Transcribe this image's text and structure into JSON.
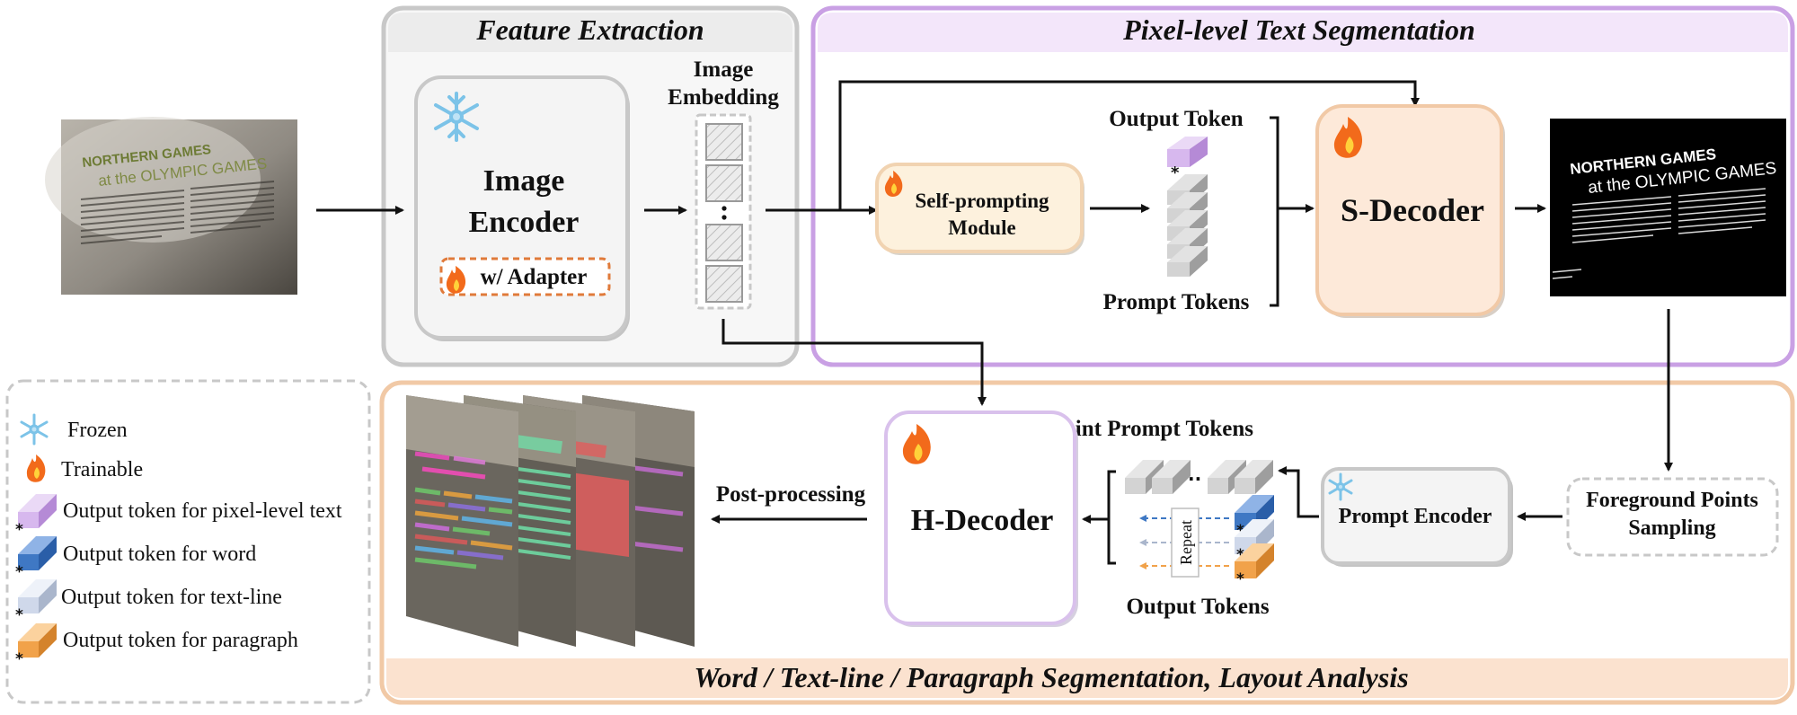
{
  "sections": {
    "feature_extraction": "Feature Extraction",
    "pixel_segmentation": "Pixel-level Text Segmentation",
    "hierarchical": "Word / Text-line / Paragraph Segmentation, Layout Analysis"
  },
  "input_image": {
    "title_line1": "NORTHERN GAMES",
    "title_line2": "at the OLYMPIC GAMES"
  },
  "encoder": {
    "label_line1": "Image",
    "label_line2": "Encoder",
    "adapter": "w/ Adapter"
  },
  "embedding": {
    "label_line1": "Image",
    "label_line2": "Embedding"
  },
  "self_prompting": {
    "line1": "Self-prompting",
    "line2": "Module"
  },
  "tokens": {
    "output_token": "Output Token",
    "prompt_tokens": "Prompt Tokens",
    "point_prompt_tokens": "Point Prompt Tokens",
    "output_tokens": "Output Tokens",
    "repeat": "Repeat"
  },
  "s_decoder": "S-Decoder",
  "h_decoder": "H-Decoder",
  "prompt_encoder": "Prompt Encoder",
  "foreground": {
    "line1": "Foreground Points",
    "line2": "Sampling"
  },
  "post_processing": "Post-processing",
  "output_image": {
    "title_line1": "NORTHERN GAMES",
    "title_line2": "at the OLYMPIC GAMES"
  },
  "legend": [
    {
      "icon": "snowflake-icon",
      "label": "Frozen"
    },
    {
      "icon": "flame-icon",
      "label": "Trainable"
    },
    {
      "icon": "token-pixel-icon",
      "label": "Output token for pixel-level text",
      "color": "#d7b8ee"
    },
    {
      "icon": "token-word-icon",
      "label": "Output token for word",
      "color": "#3f78c4"
    },
    {
      "icon": "token-textline-icon",
      "label": "Output token for text-line",
      "color": "#cfd8ea"
    },
    {
      "icon": "token-paragraph-icon",
      "label": "Output token for paragraph",
      "color": "#f1a24a"
    }
  ],
  "colors": {
    "feature_border": "#c8c8c8",
    "pixel_border": "#c9a0e4",
    "hier_border": "#f1c9a6",
    "decoder_fill": "#fde9d9"
  }
}
